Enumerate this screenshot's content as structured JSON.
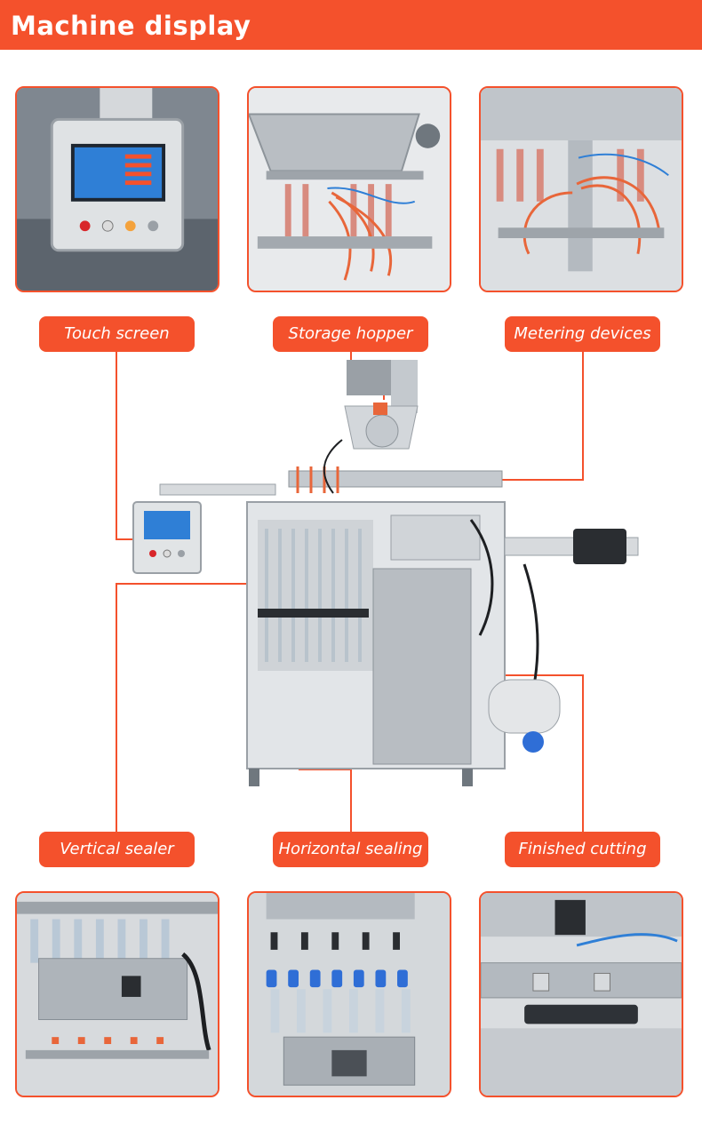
{
  "header": {
    "title": "Machine display"
  },
  "labels": {
    "touch_screen": "Touch screen",
    "storage_hopper": "Storage hopper",
    "metering_devices": "Metering devices",
    "vertical_sealer": "Vertical sealer",
    "horizontal_sealing": "Horizontal sealing",
    "finished_cutting": "Finished cutting"
  },
  "colors": {
    "accent": "#f4512c",
    "steel": "#c9cdd1",
    "tube_orange": "#e8663a",
    "wire_blue": "#2f7fd6"
  },
  "icons": {
    "touch_screen_photo": "control-panel-photo",
    "storage_hopper_photo": "hopper-photo",
    "metering_devices_photo": "metering-photo",
    "vertical_sealer_photo": "vertical-sealer-photo",
    "horizontal_sealing_photo": "horizontal-sealer-photo",
    "finished_cutting_photo": "cutter-photo",
    "machine": "packing-machine-illustration"
  }
}
